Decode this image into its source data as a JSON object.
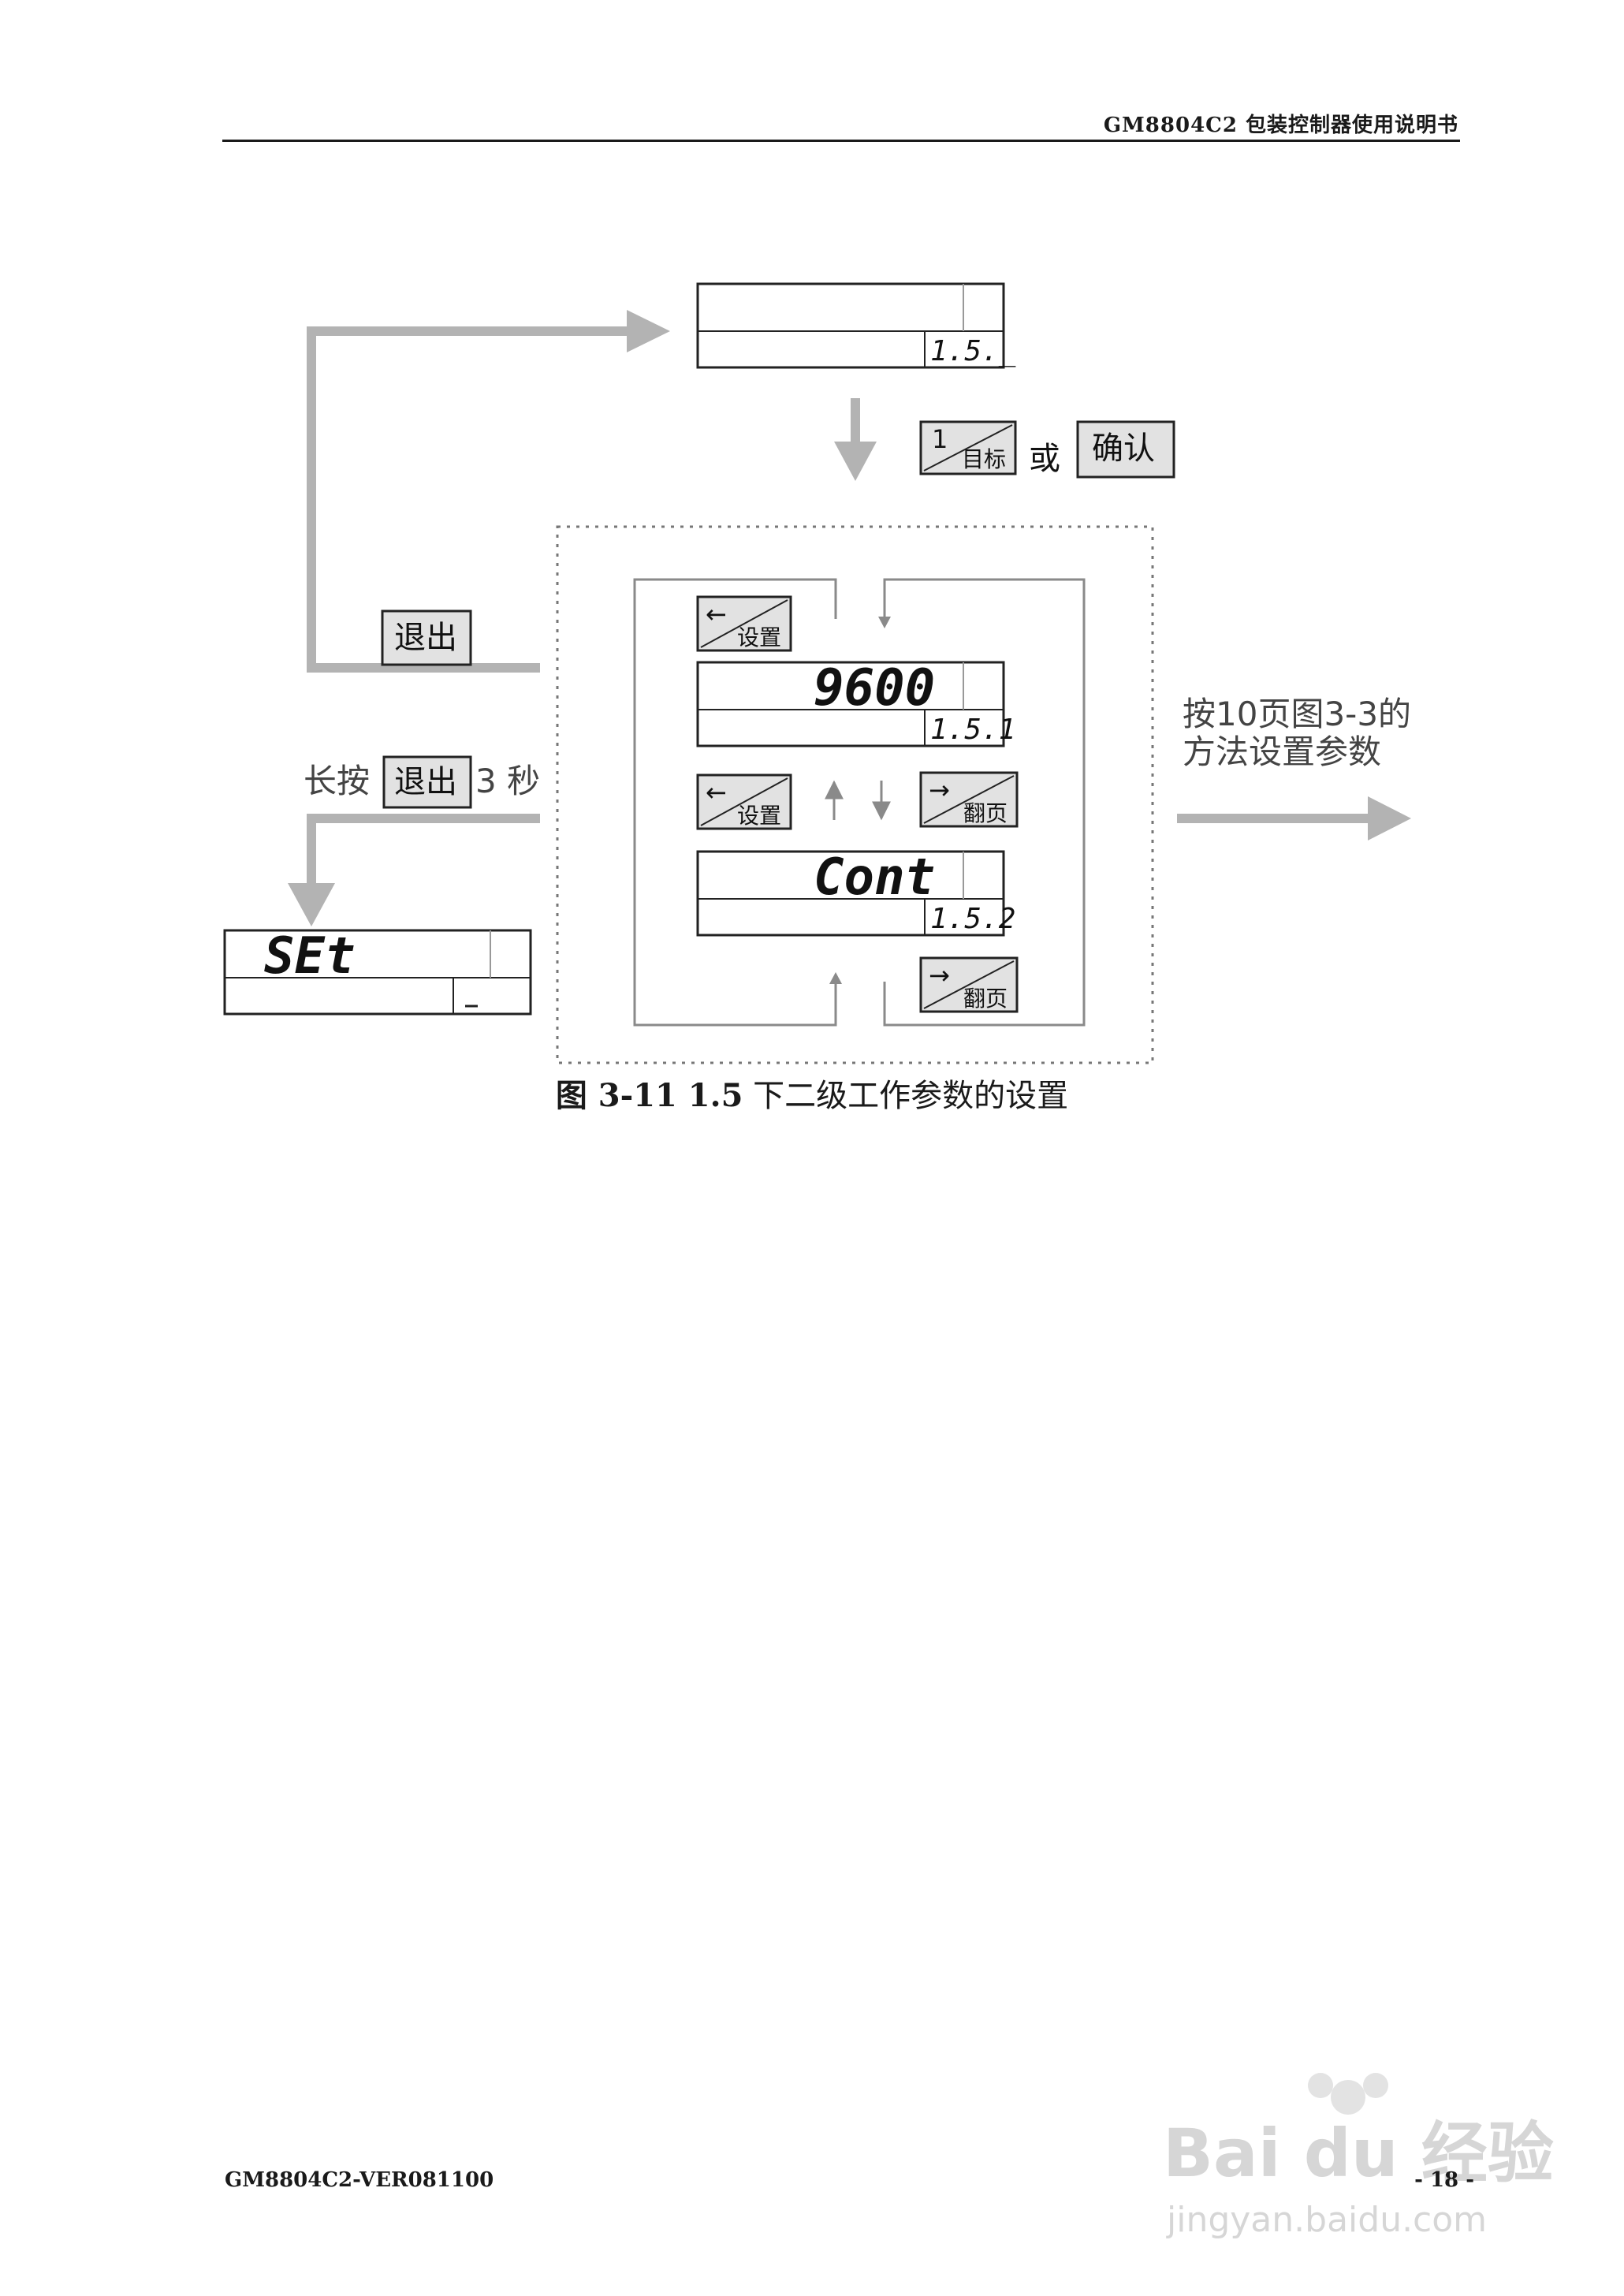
{
  "header": {
    "title": "GM8804C2 包装控制器使用说明书"
  },
  "figure": {
    "top_display": {
      "sub": "1.5._"
    },
    "keys": {
      "target": {
        "top": "1",
        "bottom": "目标"
      },
      "confirm": "确认",
      "or": "或",
      "exit": "退出",
      "set_top": "←",
      "set_bottom": "设置",
      "page_top": "→",
      "page_bottom": "翻页"
    },
    "long_press": {
      "prefix": "长按",
      "suffix": "3 秒"
    },
    "display_1": {
      "main": "9600",
      "sub": "1.5.1"
    },
    "display_2": {
      "main": "Cont",
      "sub": "1.5.2"
    },
    "display_set": {
      "main": "SEt"
    },
    "side_note": {
      "line1": "按10页图3-3的",
      "line2": "方法设置参数"
    },
    "caption_label": "图 3-11 1.5",
    "caption_text": " 下二级工作参数的设置"
  },
  "footer": {
    "left": "GM8804C2-VER081100",
    "right": "- 18 -"
  },
  "watermark": {
    "logo": "Bai du 经验",
    "url": "jingyan.baidu.com"
  }
}
